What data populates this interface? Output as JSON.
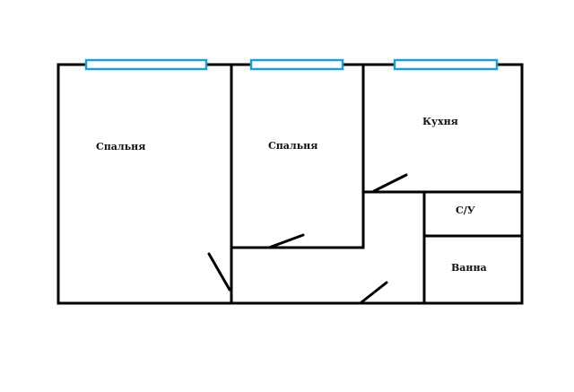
{
  "colors": {
    "wall": "#000000",
    "window": "#1a9fd6",
    "background": "#ffffff"
  },
  "rooms": [
    {
      "id": "bedroom-1",
      "label": "Спальня"
    },
    {
      "id": "bedroom-2",
      "label": "Спальня"
    },
    {
      "id": "kitchen",
      "label": "Кухня"
    },
    {
      "id": "toilet",
      "label": "С/У"
    },
    {
      "id": "bathroom",
      "label": "Ванна"
    }
  ]
}
